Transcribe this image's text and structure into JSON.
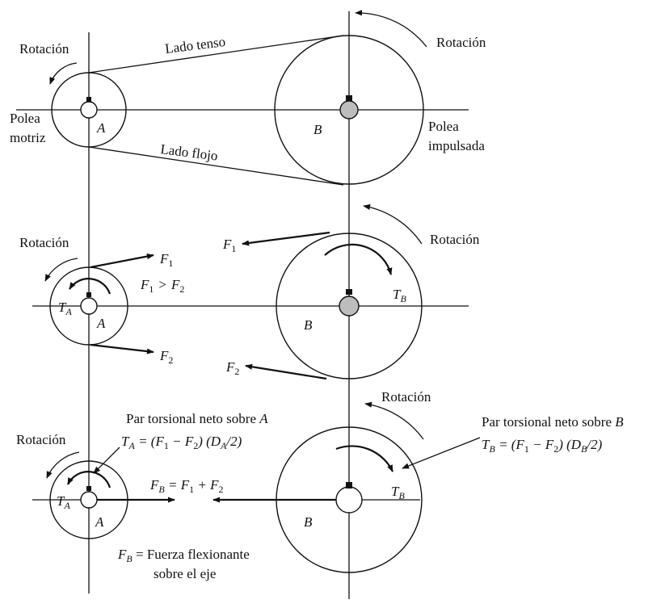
{
  "row1": {
    "rotation_left": "Rotación",
    "rotation_right": "Rotación",
    "tight_side": "Lado tenso",
    "slack_side": "Lado flojo",
    "driver_label_1": "Polea",
    "driver_label_2": "motriz",
    "driven_label_1": "Polea",
    "driven_label_2": "impulsada",
    "pulley_a": "A",
    "pulley_b": "B"
  },
  "row2": {
    "rotation_left": "Rotación",
    "rotation_right": "Rotación",
    "f1_left": "F",
    "f1_left_sub": "1",
    "f2_left": "F",
    "f2_left_sub": "2",
    "f1_right": "F",
    "f1_right_sub": "1",
    "f2_right": "F",
    "f2_right_sub": "2",
    "inequality_f1": "F",
    "inequality_f1_sub": "1",
    "inequality_gt": ">",
    "inequality_f2": "F",
    "inequality_f2_sub": "2",
    "torque_a": "T",
    "torque_a_sub": "A",
    "torque_b": "T",
    "torque_b_sub": "B",
    "pulley_a": "A",
    "pulley_b": "B"
  },
  "row3": {
    "rotation_left": "Rotación",
    "rotation_right": "Rotación",
    "net_torque_a_title": "Par torsional neto sobre ",
    "net_torque_a_title_var": "A",
    "net_torque_a_eq": "T",
    "net_torque_a_eq_sub": "A",
    "net_torque_a_eq_rest": " = (F",
    "net_torque_a_f1_sub": "1",
    "net_torque_a_mid": " − F",
    "net_torque_a_f2_sub": "2",
    "net_torque_a_tail": ") (D",
    "net_torque_a_d_sub": "A",
    "net_torque_a_end": "/2)",
    "net_torque_b_title": "Par torsional neto sobre ",
    "net_torque_b_title_var": "B",
    "net_torque_b_eq": "T",
    "net_torque_b_eq_sub": "B",
    "net_torque_b_eq_rest": " = (F",
    "net_torque_b_f1_sub": "1",
    "net_torque_b_mid": " − F",
    "net_torque_b_f2_sub": "2",
    "net_torque_b_tail": ") (D",
    "net_torque_b_d_sub": "B",
    "net_torque_b_end": "/2)",
    "fb_eq": "F",
    "fb_eq_sub": "B",
    "fb_eq_rest": " = F",
    "fb_f1_sub": "1",
    "fb_plus": " + F",
    "fb_f2_sub": "2",
    "fb_def": "F",
    "fb_def_sub": "B",
    "fb_def_rest": " = Fuerza flexionante",
    "fb_def_line2": "sobre el eje",
    "torque_a": "T",
    "torque_a_sub": "A",
    "torque_b": "T",
    "torque_b_sub": "B",
    "pulley_a": "A",
    "pulley_b": "B"
  }
}
